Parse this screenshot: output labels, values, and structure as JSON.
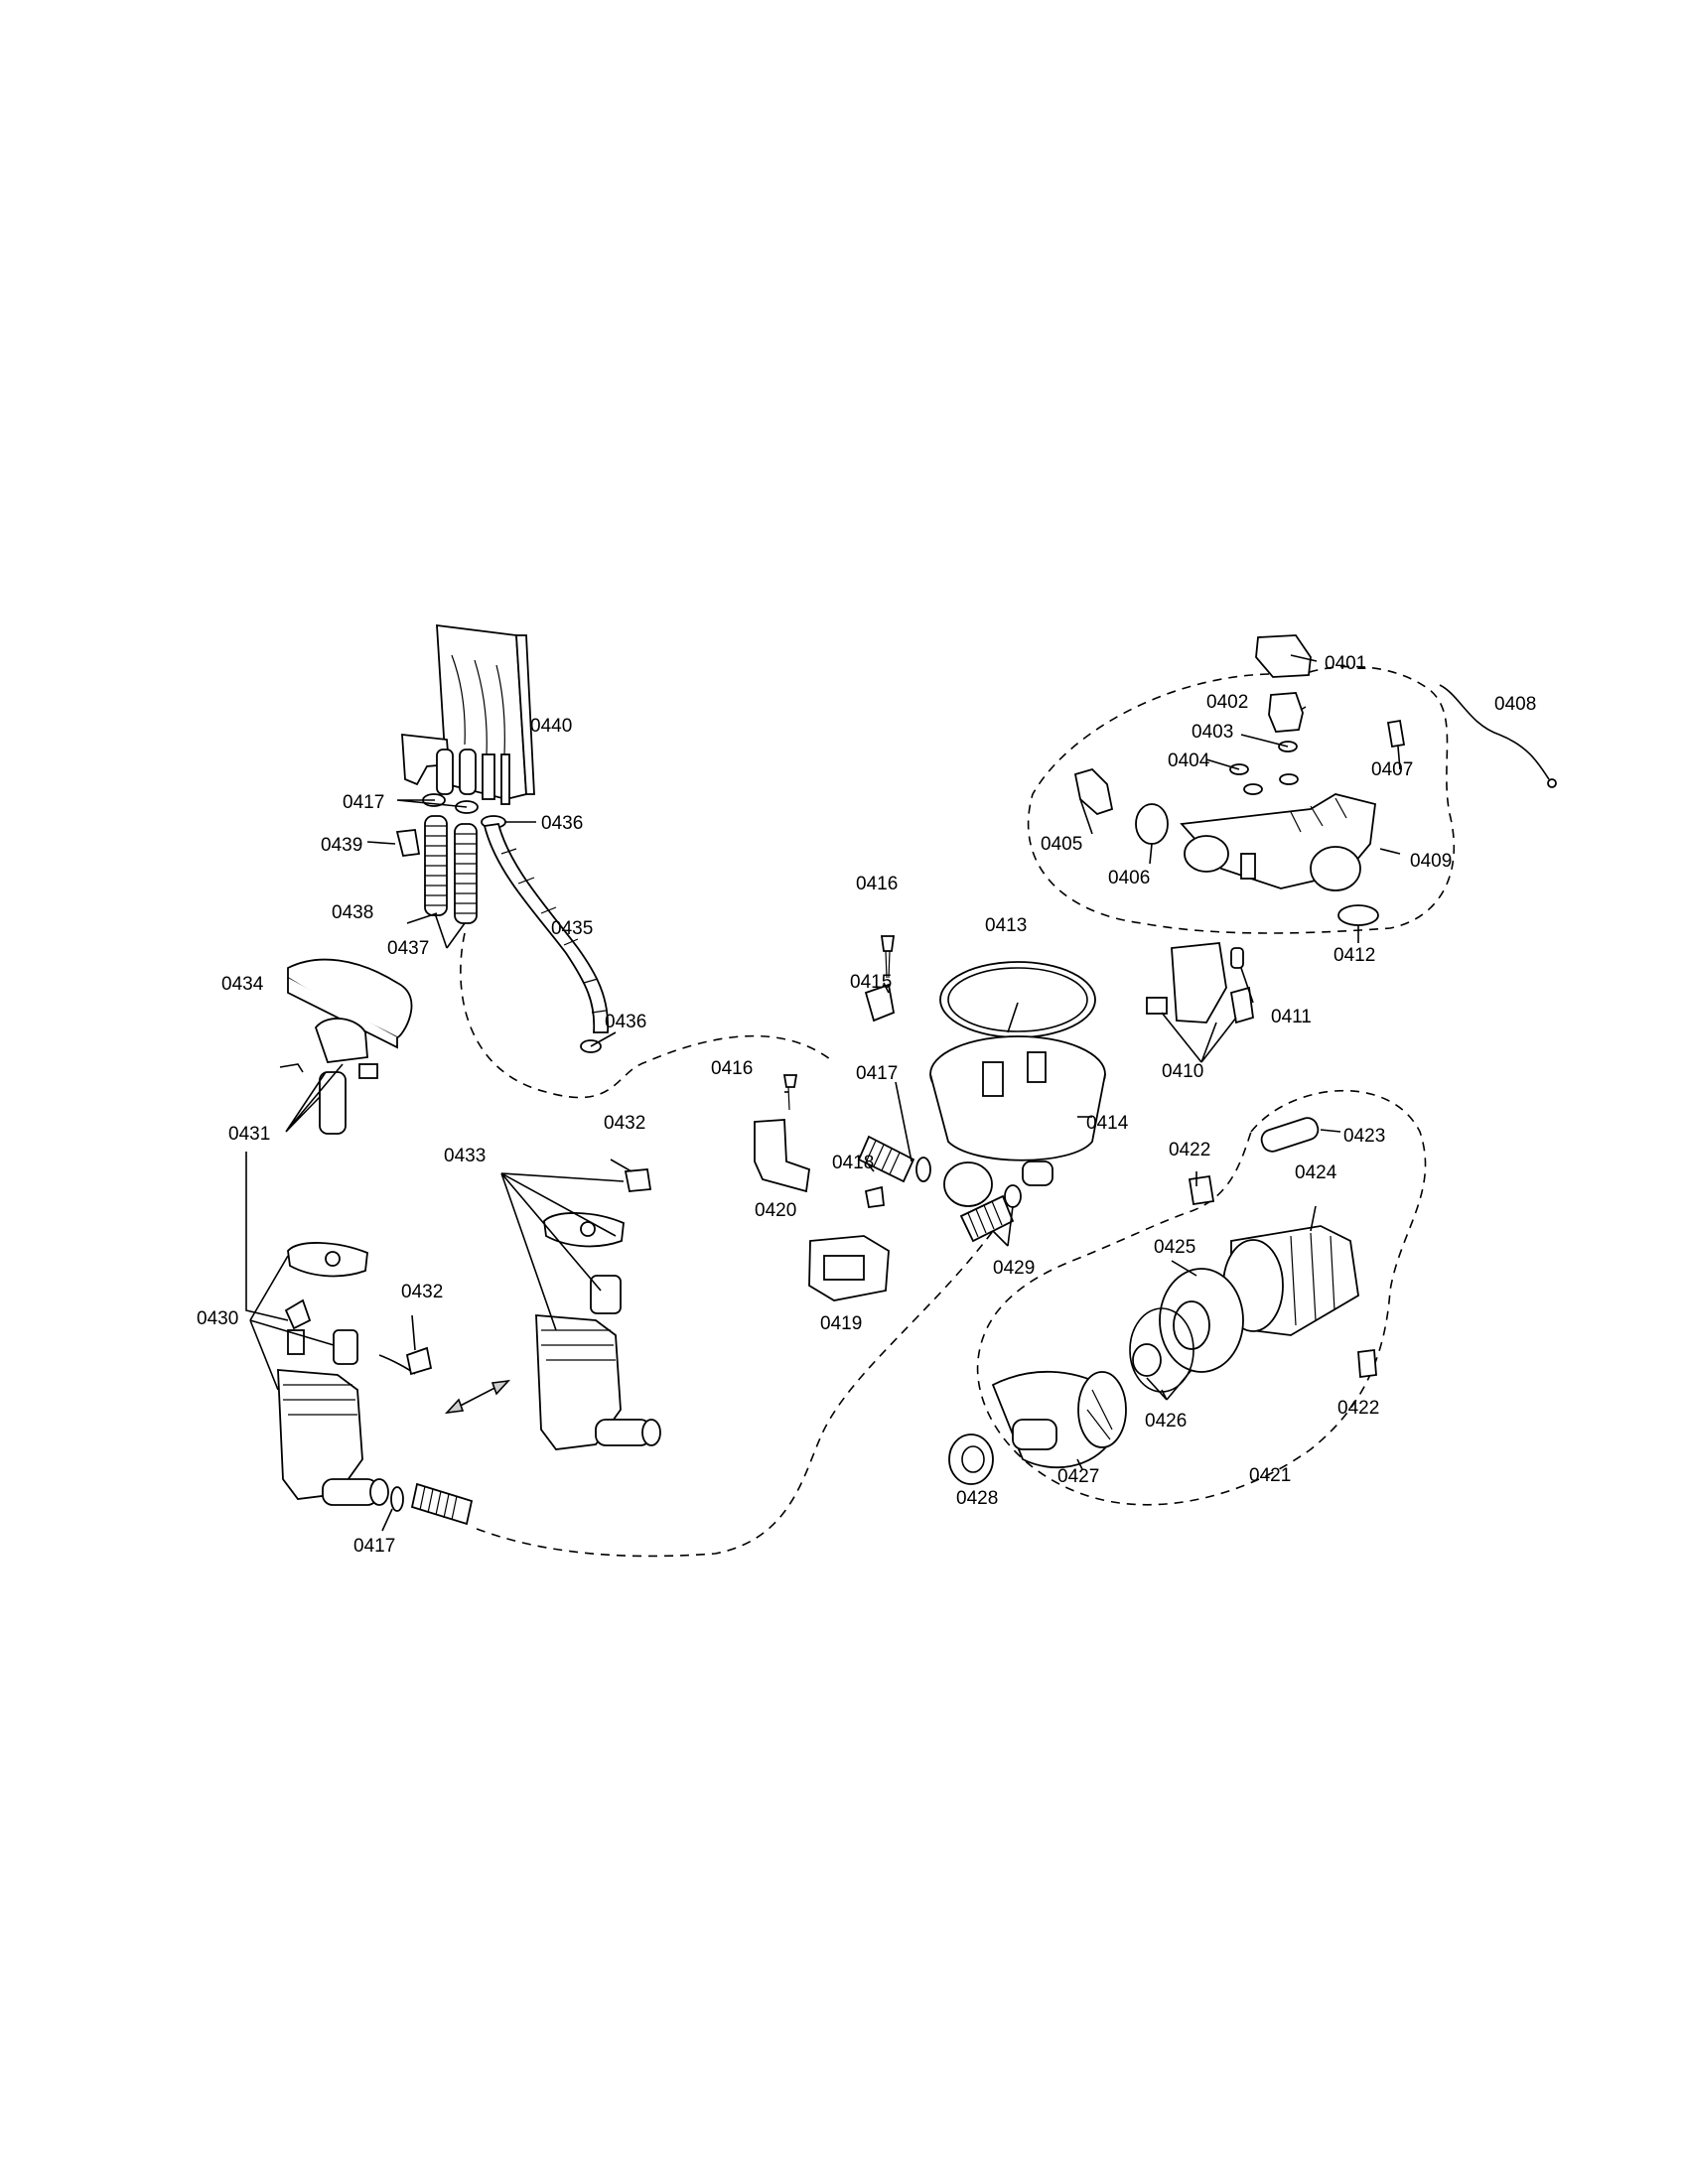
{
  "labels": [
    "0401",
    "0402",
    "0403",
    "0404",
    "0405",
    "0406",
    "0407",
    "0408",
    "0409",
    "0410",
    "0411",
    "0412",
    "0413",
    "0414",
    "0415",
    "0416",
    "0416",
    "0417",
    "0417",
    "0417",
    "0418",
    "0419",
    "0420",
    "0421",
    "0422",
    "0422",
    "0423",
    "0424",
    "0425",
    "0426",
    "0427",
    "0428",
    "0429",
    "0430",
    "0431",
    "0432",
    "0432",
    "0433",
    "0434",
    "0435",
    "0436",
    "0436",
    "0437",
    "0438",
    "0439",
    "0440"
  ],
  "icons": {
    "direction": "double-arrow-icon"
  }
}
